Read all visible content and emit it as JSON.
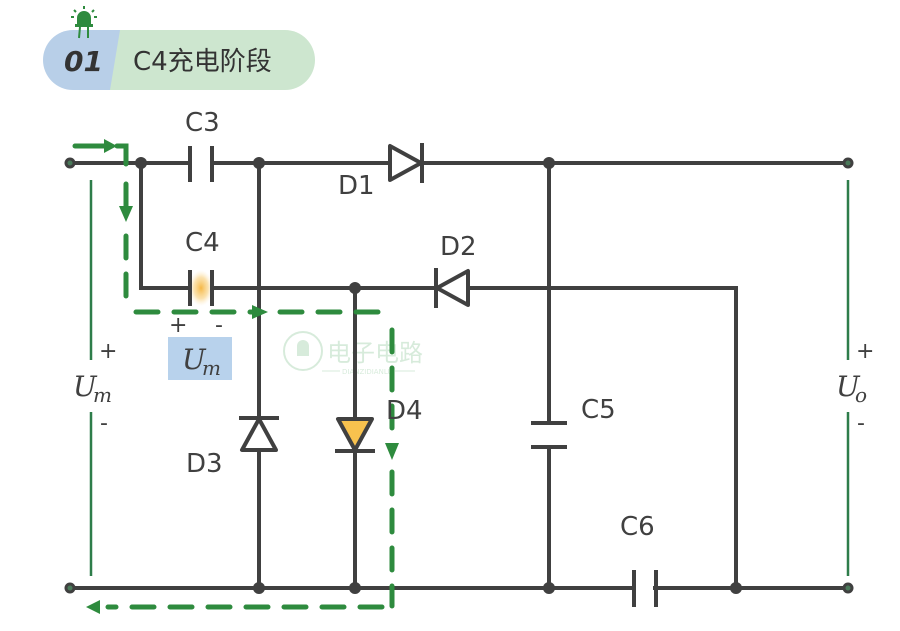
{
  "header": {
    "step_number": "01",
    "title": "C4充电阶段",
    "icon": "led-icon",
    "badge_color_left": "#b8cfe8",
    "badge_color_right": "#cde6cf",
    "icon_color": "#2e8b3e"
  },
  "components": {
    "C3": "C3",
    "C4": "C4",
    "C5": "C5",
    "C6": "C6",
    "D1": "D1",
    "D2": "D2",
    "D3": "D3",
    "D4": "D4"
  },
  "voltages": {
    "input": {
      "symbol": "U",
      "sub": "m",
      "plus": "+",
      "minus": "-"
    },
    "output": {
      "symbol": "U",
      "sub": "o",
      "plus": "+",
      "minus": "-"
    },
    "c4": {
      "symbol": "U",
      "sub": "m",
      "plus": "+",
      "minus": "-",
      "box_color": "#b8d2ec"
    }
  },
  "watermark": {
    "text": "电子电路",
    "subtext": "DIANZIDIANLU"
  },
  "colors": {
    "wire": "#404040",
    "current_path": "#2e8b3e",
    "active_diode": "#f8c24e",
    "charging_glow": "#f5b43c"
  }
}
